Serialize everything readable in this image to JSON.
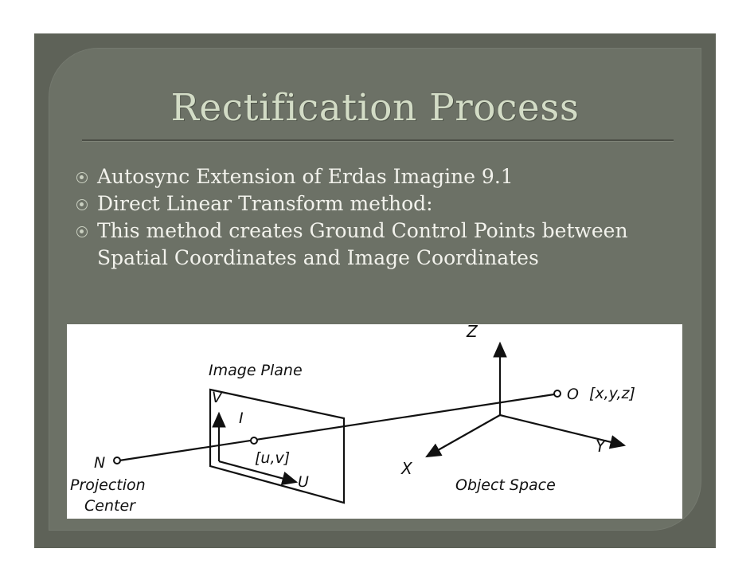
{
  "slide": {
    "title": "Rectification Process",
    "bullets": [
      "Autosync Extension of Erdas Imagine 9.1",
      "Direct Linear Transform method:",
      "This method creates Ground Control Points between Spatial Coordinates and Image Coordinates"
    ]
  },
  "figure": {
    "axis_z": "Z",
    "image_plane": "Image Plane",
    "v_axis": "V",
    "i_label": "I",
    "uv_point": "[u,v]",
    "u_axis": "U",
    "n_point": "N",
    "projection_center_line1": "Projection",
    "projection_center_line2": "Center",
    "object_point": "O",
    "object_coords": "[x,y,z]",
    "axis_x": "X",
    "axis_y": "Y",
    "object_space": "Object Space"
  },
  "colors": {
    "frame": "#5e6258",
    "slide_background": "#6c7166",
    "title_text": "#d3dcc6",
    "body_text": "#f2f2ec"
  }
}
